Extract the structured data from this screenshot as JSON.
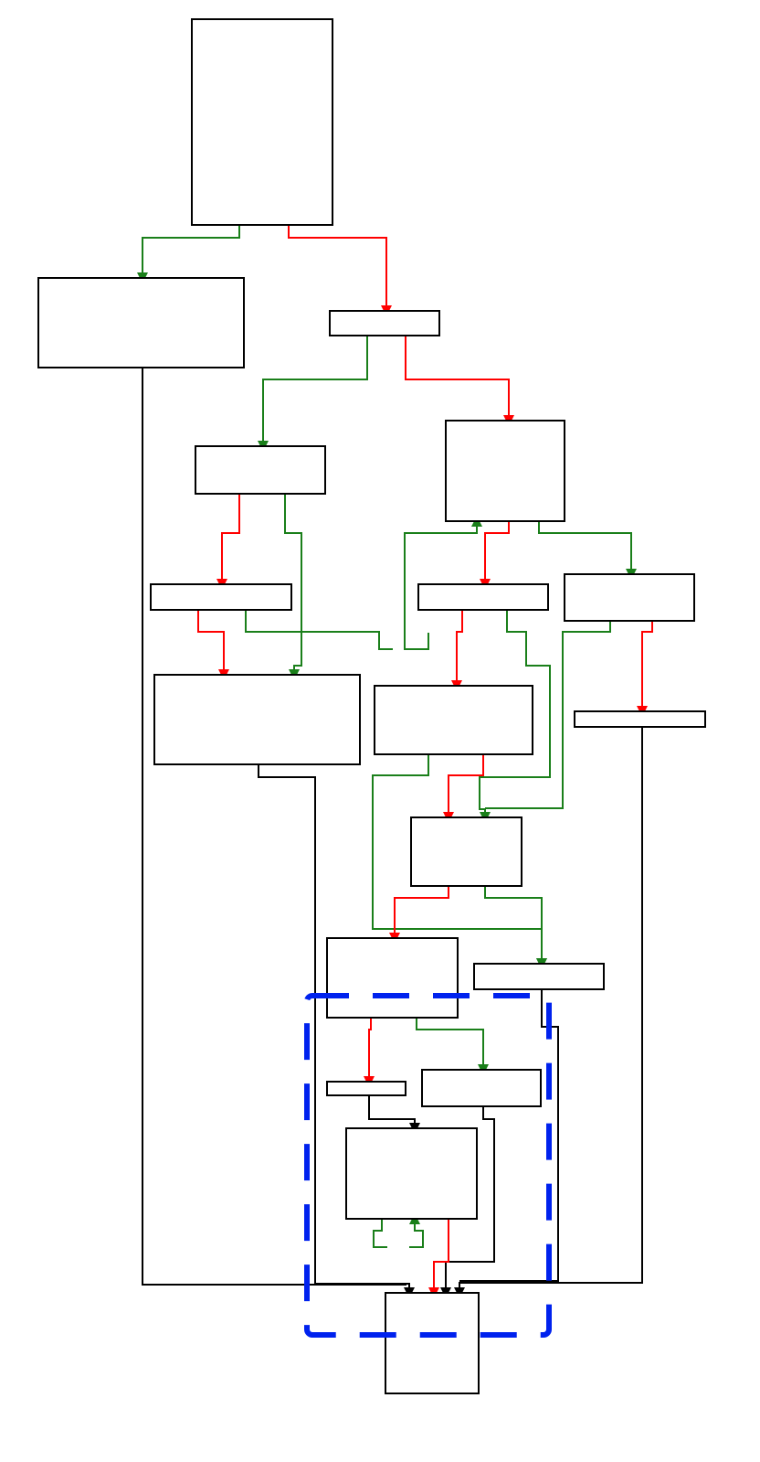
{
  "graph": {
    "type": "control-flow-graph",
    "colors": {
      "true_edge": "#1a7f1a",
      "false_edge": "#ff0000",
      "unconditional_edge": "#000000",
      "loop_region": "#0022ee",
      "arrow_head_true": "#1a7f1a",
      "arrow_head_false": "#ff0000"
    },
    "node_count": 21,
    "loop_region_count": 1
  }
}
